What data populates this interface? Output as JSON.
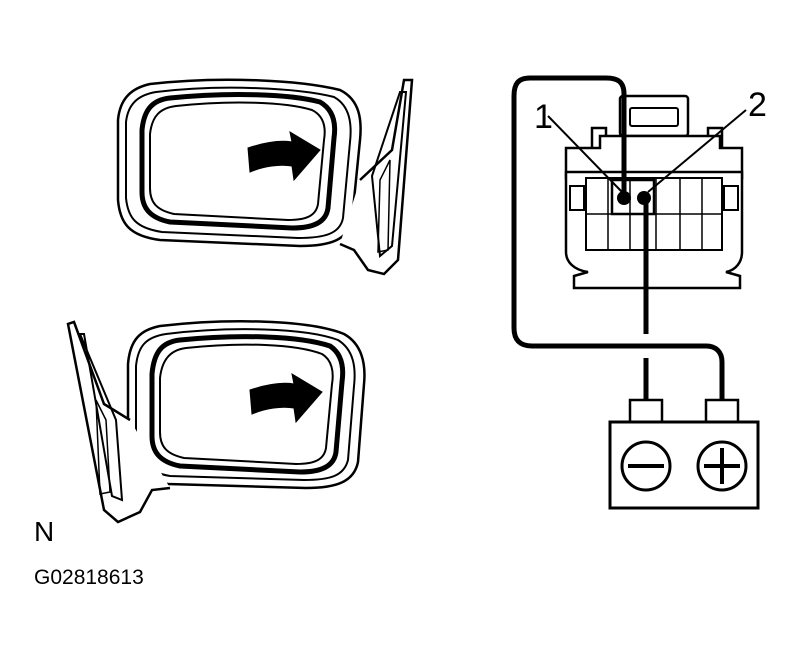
{
  "labels": {
    "pin_1": "1",
    "pin_2": "2",
    "view_letter": "N",
    "figure_id": "G02818613"
  },
  "icons": {
    "battery_negative": "minus-circle-icon",
    "battery_positive": "plus-circle-icon",
    "mirror_motion": "curved-arrow-icon"
  },
  "colors": {
    "line": "#000000",
    "background": "#ffffff"
  }
}
